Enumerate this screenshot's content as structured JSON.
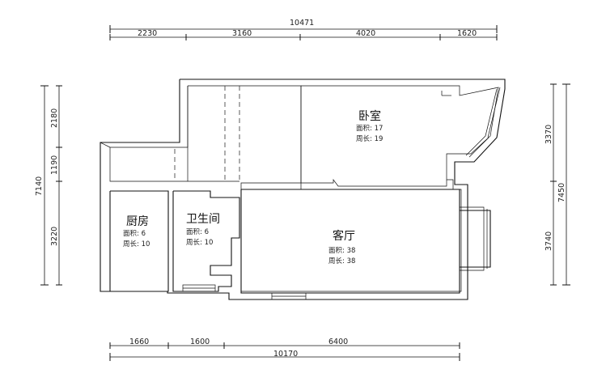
{
  "dimensions": {
    "top_total": "10471",
    "top_segments": [
      "2230",
      "3160",
      "4020",
      "1620"
    ],
    "bottom_total": "10170",
    "bottom_segments": [
      "1660",
      "1600",
      "6400"
    ],
    "left_total": "7140",
    "left_segments": [
      "2180",
      "1190",
      "3220"
    ],
    "right_total": "7450",
    "right_segments": [
      "3370",
      "3740"
    ]
  },
  "rooms": [
    {
      "id": "bedroom",
      "name": "卧室",
      "area_label": "面积: 17",
      "perimeter_label": "周长: 19"
    },
    {
      "id": "kitchen",
      "name": "厨房",
      "area_label": "面积: 6",
      "perimeter_label": "周长: 10"
    },
    {
      "id": "bathroom",
      "name": "卫生间",
      "area_label": "面积: 6",
      "perimeter_label": "周长: 10"
    },
    {
      "id": "living",
      "name": "客厅",
      "area_label": "面积: 38",
      "perimeter_label": "周长: 38"
    }
  ]
}
